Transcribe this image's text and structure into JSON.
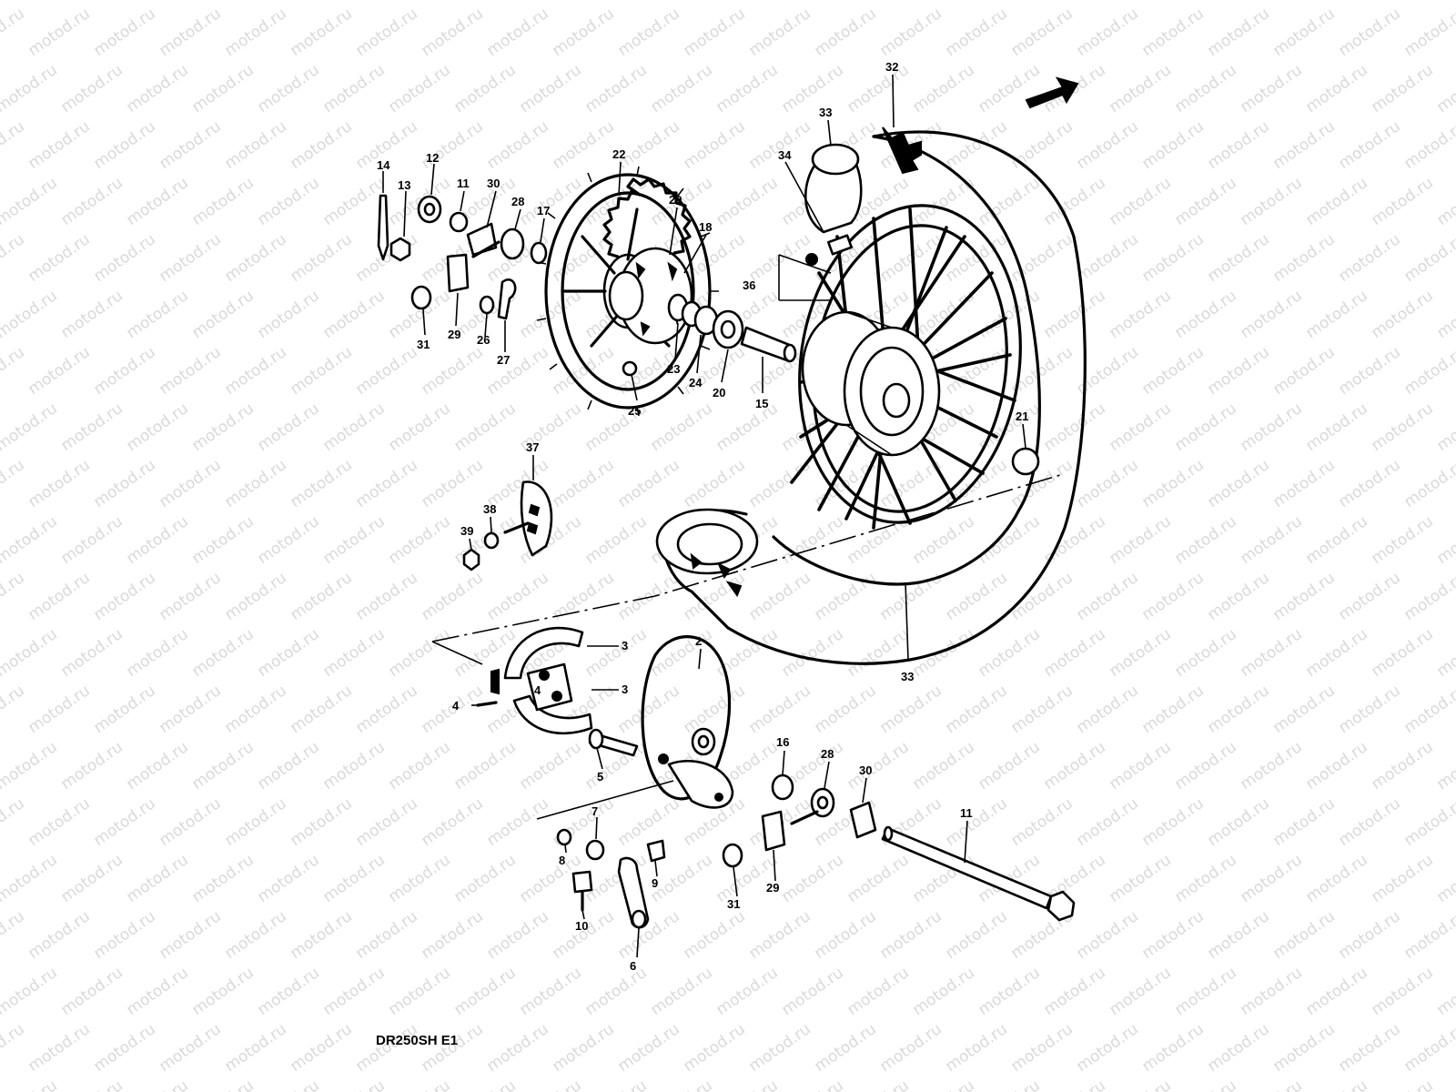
{
  "watermark": "motod.ru",
  "model_label": "DR250SH E1",
  "part_numbers": [
    "2",
    "3",
    "3",
    "4",
    "5",
    "6",
    "7",
    "8",
    "9",
    "10",
    "11",
    "12",
    "13",
    "14",
    "15",
    "16",
    "17",
    "18",
    "19",
    "20",
    "20",
    "21",
    "22",
    "23",
    "24",
    "25",
    "26",
    "27",
    "28",
    "28",
    "29",
    "29",
    "30",
    "30",
    "31",
    "31",
    "32",
    "33",
    "33",
    "34",
    "36",
    "37",
    "38",
    "39"
  ],
  "colors": {
    "ink": "#000000",
    "background": "#ffffff",
    "watermark": "#d9d9d9"
  },
  "icons": [
    "forward-arrow-icon"
  ]
}
